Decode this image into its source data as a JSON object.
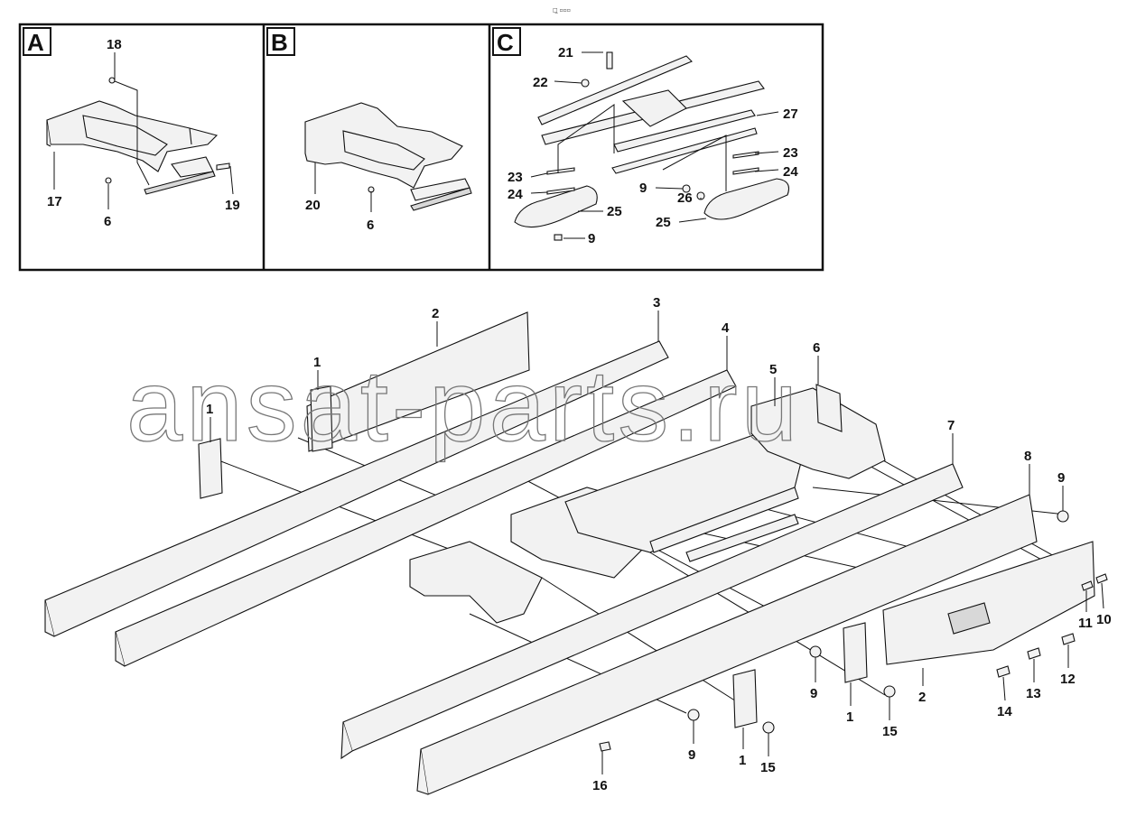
{
  "header": {
    "small_mark": "□̲ ▫▫▫"
  },
  "watermark": "ansat-parts.ru",
  "panels": [
    {
      "letter": "A",
      "labels": [
        "18",
        "17",
        "6",
        "19"
      ]
    },
    {
      "letter": "B",
      "labels": [
        "20",
        "6"
      ]
    },
    {
      "letter": "C",
      "labels": [
        "21",
        "22",
        "27",
        "23",
        "24",
        "23",
        "24",
        "9",
        "26",
        "25",
        "25",
        "9"
      ]
    }
  ],
  "main_labels": [
    "2",
    "3",
    "4",
    "1",
    "1",
    "5",
    "6",
    "7",
    "8",
    "9",
    "2",
    "9",
    "11",
    "10",
    "12",
    "13",
    "14",
    "1",
    "15",
    "9",
    "1",
    "15",
    "16"
  ],
  "colors": {
    "line": "#111111",
    "part_fill": "#f2f2f2",
    "watermark": "#777777"
  }
}
